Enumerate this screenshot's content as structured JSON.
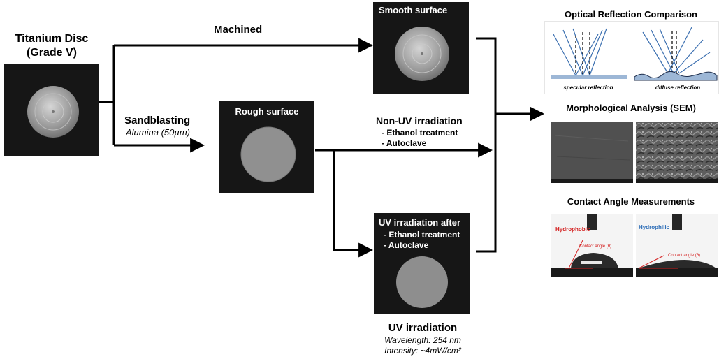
{
  "titanium": {
    "title_line1": "Titanium Disc",
    "title_line2": "(Grade V)"
  },
  "machined": {
    "label": "Machined"
  },
  "smooth": {
    "label": "Smooth surface"
  },
  "sandblasting": {
    "label": "Sandblasting",
    "sub": "Alumina (50µm)"
  },
  "rough": {
    "label": "Rough surface"
  },
  "non_uv": {
    "title": "Non-UV irradiation",
    "item1": "- Ethanol treatment",
    "item2": "- Autoclave"
  },
  "uv_box": {
    "line1": "UV irradiation after",
    "item1": "- Ethanol treatment",
    "item2": "- Autoclave"
  },
  "uv_params": {
    "title": "UV irradiation",
    "wavelength": "Wavelength: 254 nm",
    "intensity": "Intensity: ~4mW/cm²"
  },
  "optical": {
    "title": "Optical Reflection Comparison",
    "specular": "specular reflection",
    "diffuse": "diffuse reflection"
  },
  "sem": {
    "title": "Morphological Analysis (SEM)"
  },
  "contact": {
    "title": "Contact Angle Measurements",
    "hydrophobic": "Hydrophobic",
    "hydrophilic": "Hydrophilic",
    "angle_label_left": "Contact angle (θ)",
    "angle_label_right": "Contact angle (θ)"
  },
  "colors": {
    "arrow": "#000000",
    "photo_bg": "#161616",
    "hydrophobic": "#d42020",
    "hydrophilic": "#2f6fb8",
    "ray": "#3b6fb0",
    "surface": "#9db7d6"
  }
}
